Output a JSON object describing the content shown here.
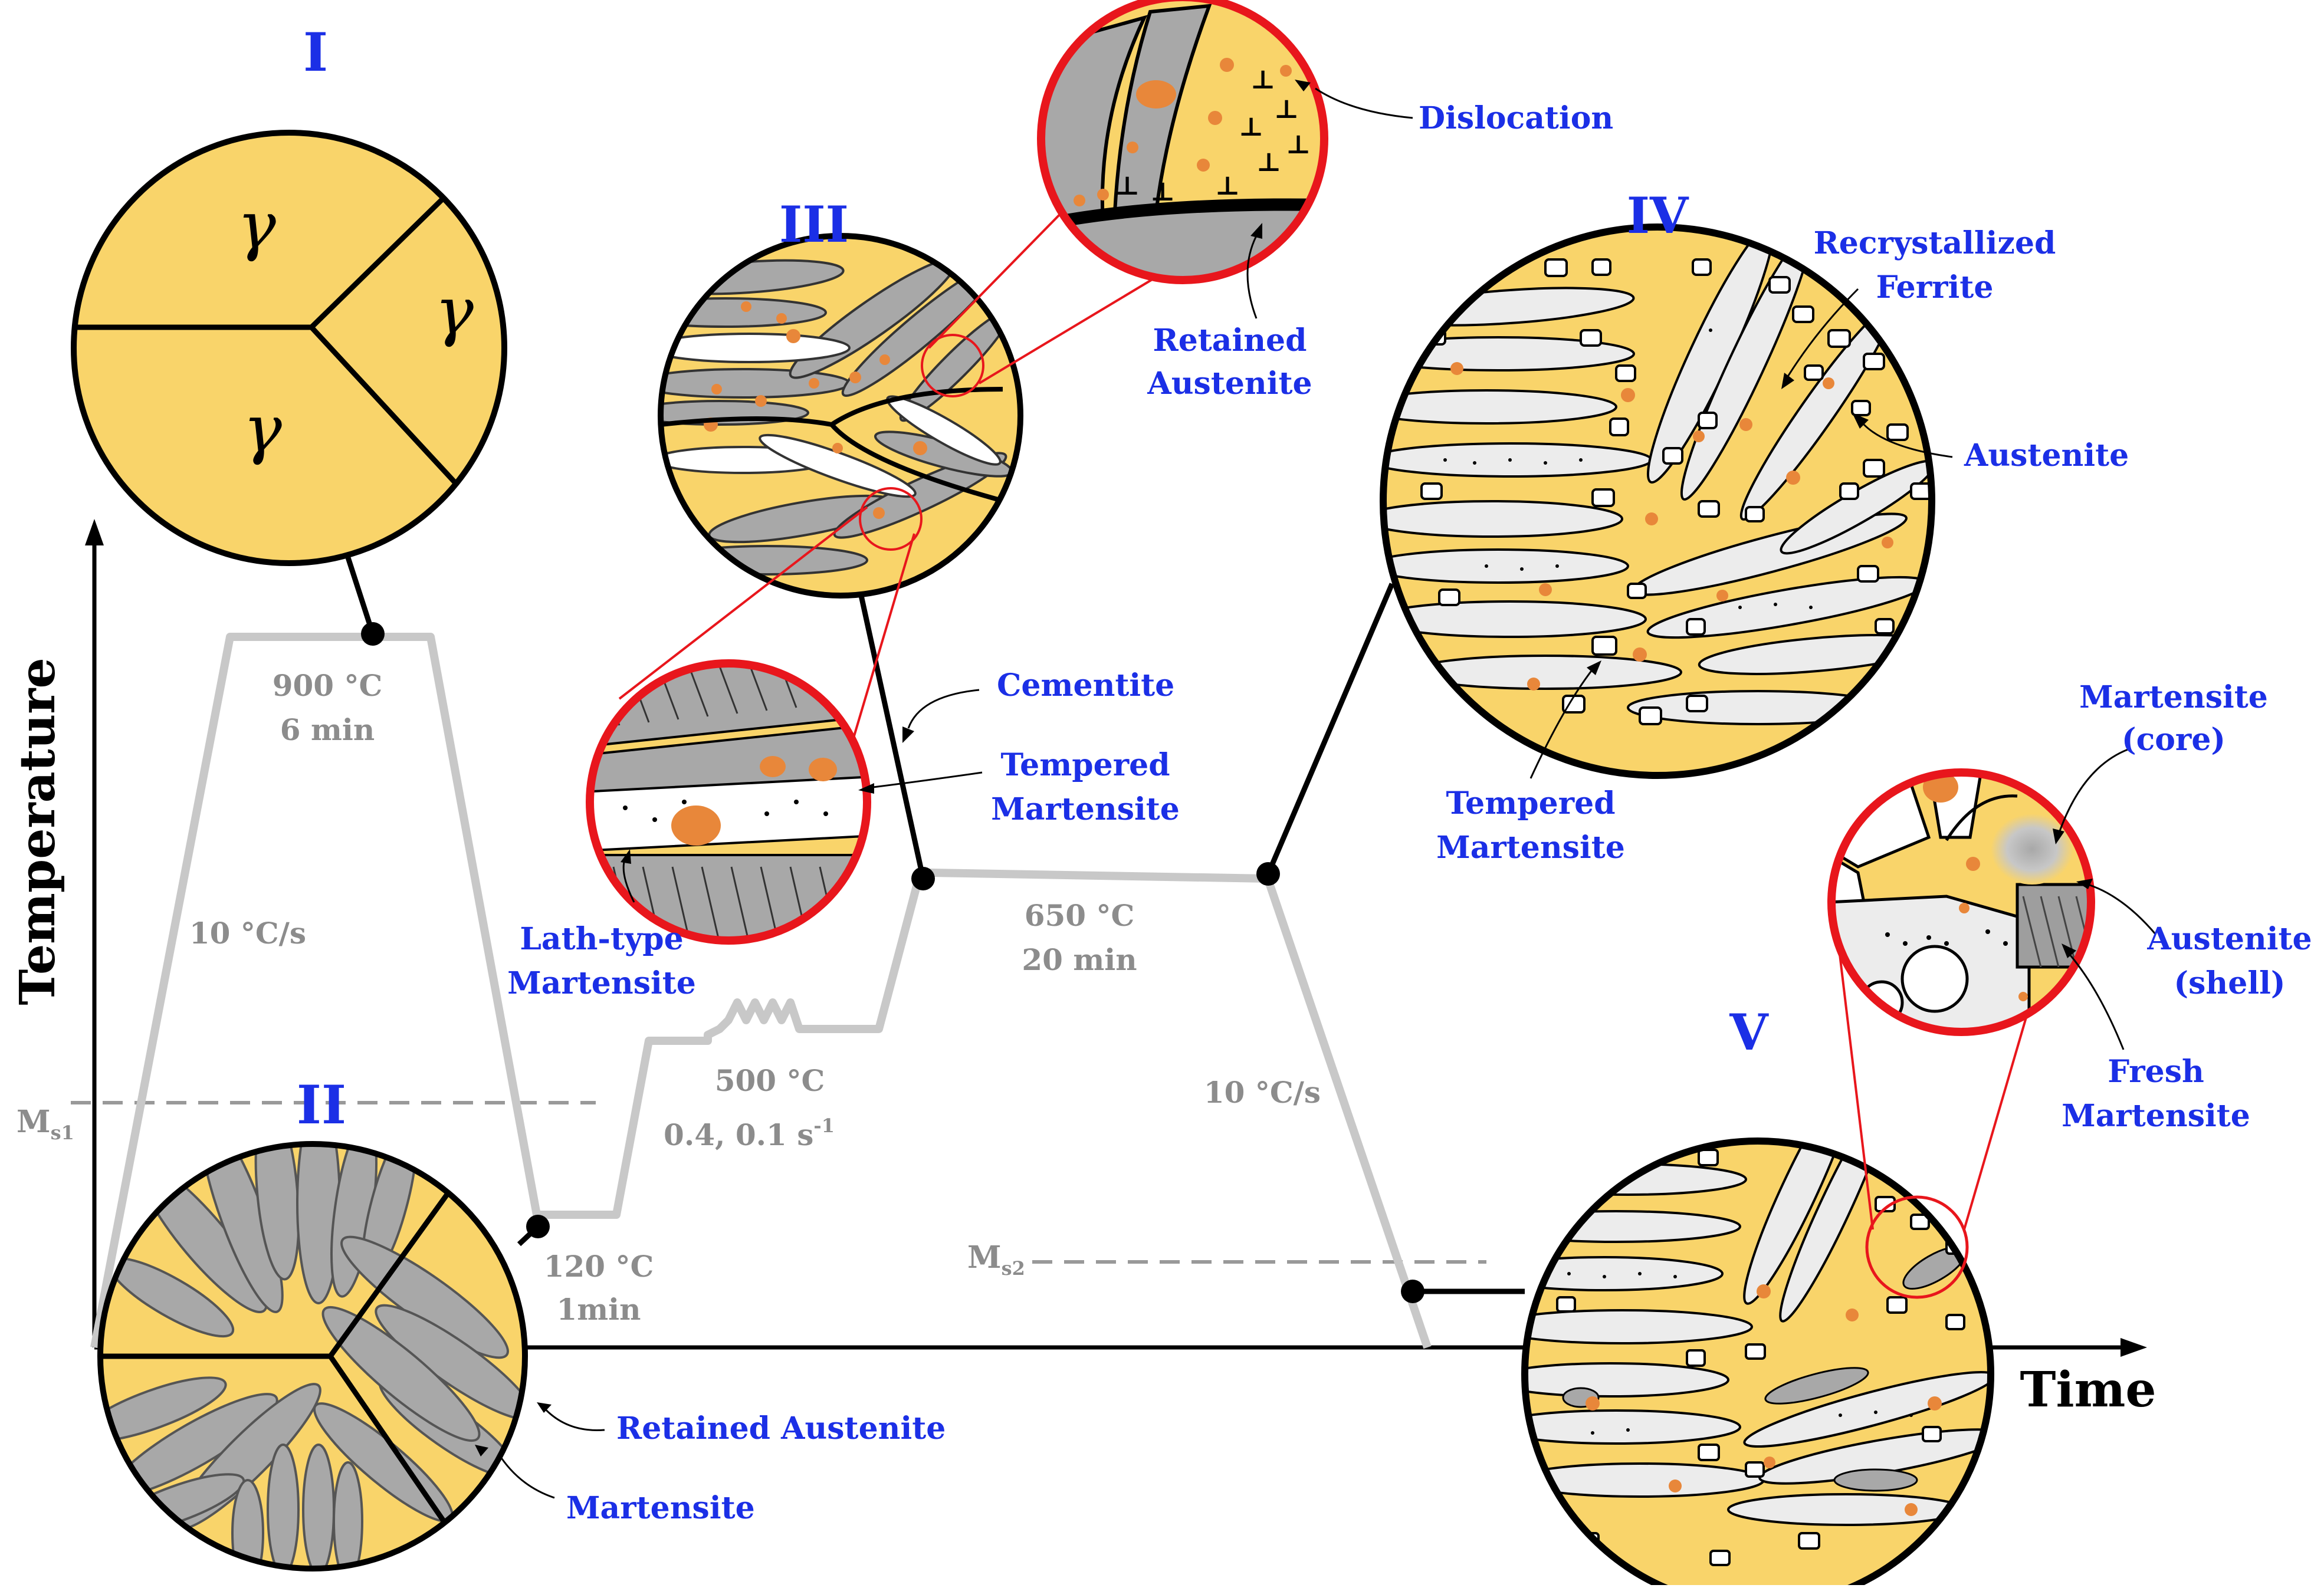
{
  "stages": {
    "I": "I",
    "II": "II",
    "III": "III",
    "IV": "IV",
    "V": "V"
  },
  "axes": {
    "y_label": "Temperature",
    "x_label": "Time"
  },
  "process": {
    "austenitize_temp": "900 °C",
    "austenitize_time": "6 min",
    "heating_rate": "10 °C/s",
    "quench_temp": "120 °C",
    "quench_time": "1min",
    "deform_temp": "500 °C",
    "deform_params": "0.4, 0.1 s",
    "deform_params_exp": "-1",
    "temper_temp": "650 °C",
    "temper_time": "20 min",
    "cooling_rate": "10 °C/s",
    "ms1_main": "M",
    "ms1_sub": "s1",
    "ms2_main": "M",
    "ms2_sub": "s2"
  },
  "phases": {
    "gamma": "γ"
  },
  "labels": {
    "dislocation": "Dislocation",
    "retained_austenite_line1": "Retained",
    "retained_austenite_line2": "Austenite",
    "cementite": "Cementite",
    "tempered_martensite_line1": "Tempered",
    "tempered_martensite_line2": "Martensite",
    "lath_line1": "Lath-type",
    "lath_line2": "Martensite",
    "recrystallized_line1": "Recrystallized",
    "recrystallized_line2": "Ferrite",
    "austenite": "Austenite",
    "tempered_iv_line1": "Tempered",
    "tempered_iv_line2": "Martensite",
    "martensite_core_line1": "Martensite",
    "martensite_core_line2": "(core)",
    "austenite_shell_line1": "Austenite",
    "austenite_shell_line2": "(shell)",
    "fresh_line1": "Fresh",
    "fresh_line2": "Martensite",
    "retained_austenite_ii": "Retained Austenite",
    "martensite_ii": "Martensite"
  },
  "colors": {
    "austenite": "#f9d46a",
    "martensite": "#a8a8a8",
    "cementite": "#e8873a",
    "zoom_ring": "#e8161c",
    "profile": "#c8c8c8",
    "label_blue": "#1b2fe6"
  }
}
